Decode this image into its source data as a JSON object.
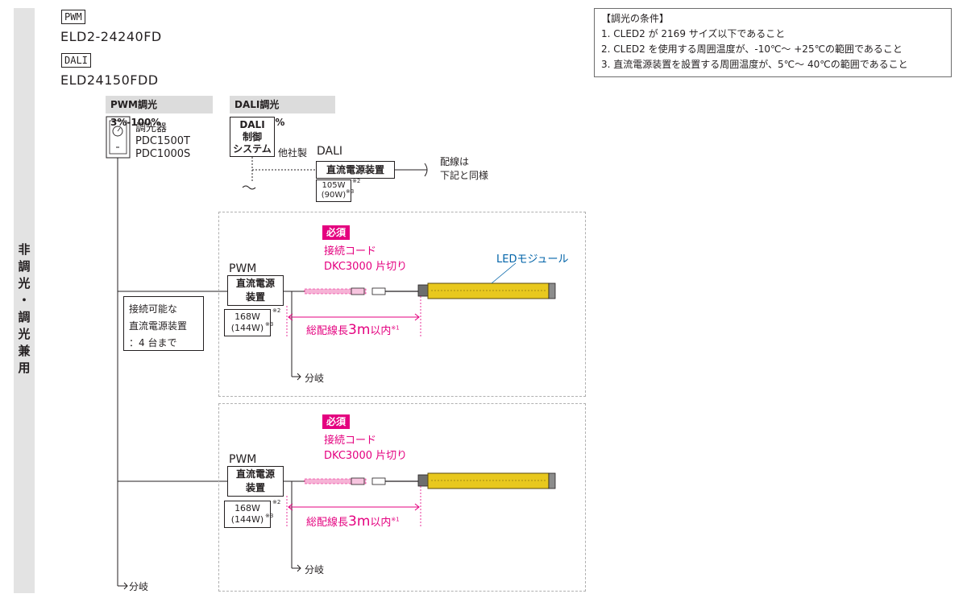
{
  "sidebar": {
    "label": "非調光・調光兼用"
  },
  "header": {
    "pwm_tag": "PWM",
    "pwm_model": "ELD2-24240FD",
    "dali_tag": "DALI",
    "dali_model": "ELD24150FDD"
  },
  "notes": {
    "title": "【調光の条件】",
    "items": [
      "1. CLED2 が 2169 サイズ以下であること",
      "2. CLED2 を使用する周囲温度が、-10℃～ +25℃の範囲であること",
      "3. 直流電源装置を設置する周囲温度が、5℃～ 40℃の範囲であること"
    ]
  },
  "pwm_section": {
    "heading": "PWM調光 3%-100%",
    "dimmer_label": "調光器",
    "dimmer_models": [
      "PDC1500T",
      "PDC1000S"
    ]
  },
  "dali_section": {
    "heading": "DALI調光 5%-100%",
    "control_system": "DALI\n制御\nシステム",
    "third_party": "他社製",
    "dali_label": "DALI",
    "psu_label": "直流電源装置",
    "psu_watt": "105W",
    "psu_watt_alt": "(90W)",
    "note_ref": "※2",
    "note_ref3": "※3",
    "wiring_note": "配線は\n下記と同様"
  },
  "connectable": "接続可能な\n直流電源装置\n：4 台まで",
  "units": [
    {
      "pwm_label": "PWM",
      "psu_label": "直流電源\n装置",
      "watt": "168W",
      "watt_alt": "(144W)",
      "ref2": "※2",
      "ref3": "※3",
      "required": "必須",
      "cord_label": "接続コード",
      "cord_model": "DKC3000 片切り",
      "led_label": "LEDモジュール",
      "length_prefix": "総配線長",
      "length_value": "3m",
      "length_suffix": "以内",
      "length_ref": "※1",
      "branch": "分岐"
    },
    {
      "pwm_label": "PWM",
      "psu_label": "直流電源\n装置",
      "watt": "168W",
      "watt_alt": "(144W)",
      "ref2": "※2",
      "ref3": "※3",
      "required": "必須",
      "cord_label": "接続コード",
      "cord_model": "DKC3000 片切り",
      "led_label": "",
      "length_prefix": "総配線長",
      "length_value": "3m",
      "length_suffix": "以内",
      "length_ref": "※1",
      "branch": "分岐"
    }
  ],
  "bottom_branch": "分岐",
  "colors": {
    "accent_pink": "#e4007f",
    "led_blue": "#0063a8",
    "led_body": "#e8c81e"
  }
}
